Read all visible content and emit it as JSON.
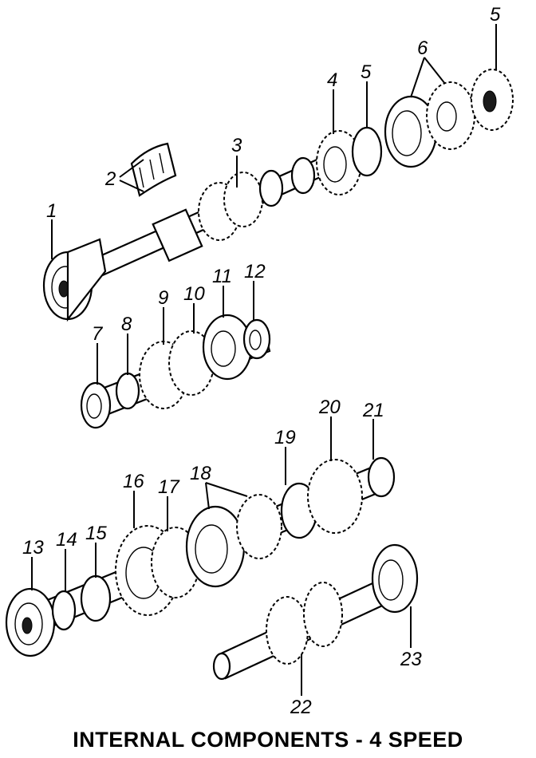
{
  "caption": "INTERNAL COMPONENTS - 4 SPEED",
  "callouts": [
    {
      "id": "1",
      "label": "1"
    },
    {
      "id": "2",
      "label": "2"
    },
    {
      "id": "3",
      "label": "3"
    },
    {
      "id": "4",
      "label": "4"
    },
    {
      "id": "5a",
      "label": "5"
    },
    {
      "id": "5b",
      "label": "5"
    },
    {
      "id": "6",
      "label": "6"
    },
    {
      "id": "7",
      "label": "7"
    },
    {
      "id": "8",
      "label": "8"
    },
    {
      "id": "9",
      "label": "9"
    },
    {
      "id": "10",
      "label": "10"
    },
    {
      "id": "11",
      "label": "11"
    },
    {
      "id": "12",
      "label": "12"
    },
    {
      "id": "13",
      "label": "13"
    },
    {
      "id": "14",
      "label": "14"
    },
    {
      "id": "15",
      "label": "15"
    },
    {
      "id": "16",
      "label": "16"
    },
    {
      "id": "17",
      "label": "17"
    },
    {
      "id": "18",
      "label": "18"
    },
    {
      "id": "19",
      "label": "19"
    },
    {
      "id": "20",
      "label": "20"
    },
    {
      "id": "21",
      "label": "21"
    },
    {
      "id": "22",
      "label": "22"
    },
    {
      "id": "23",
      "label": "23"
    }
  ]
}
